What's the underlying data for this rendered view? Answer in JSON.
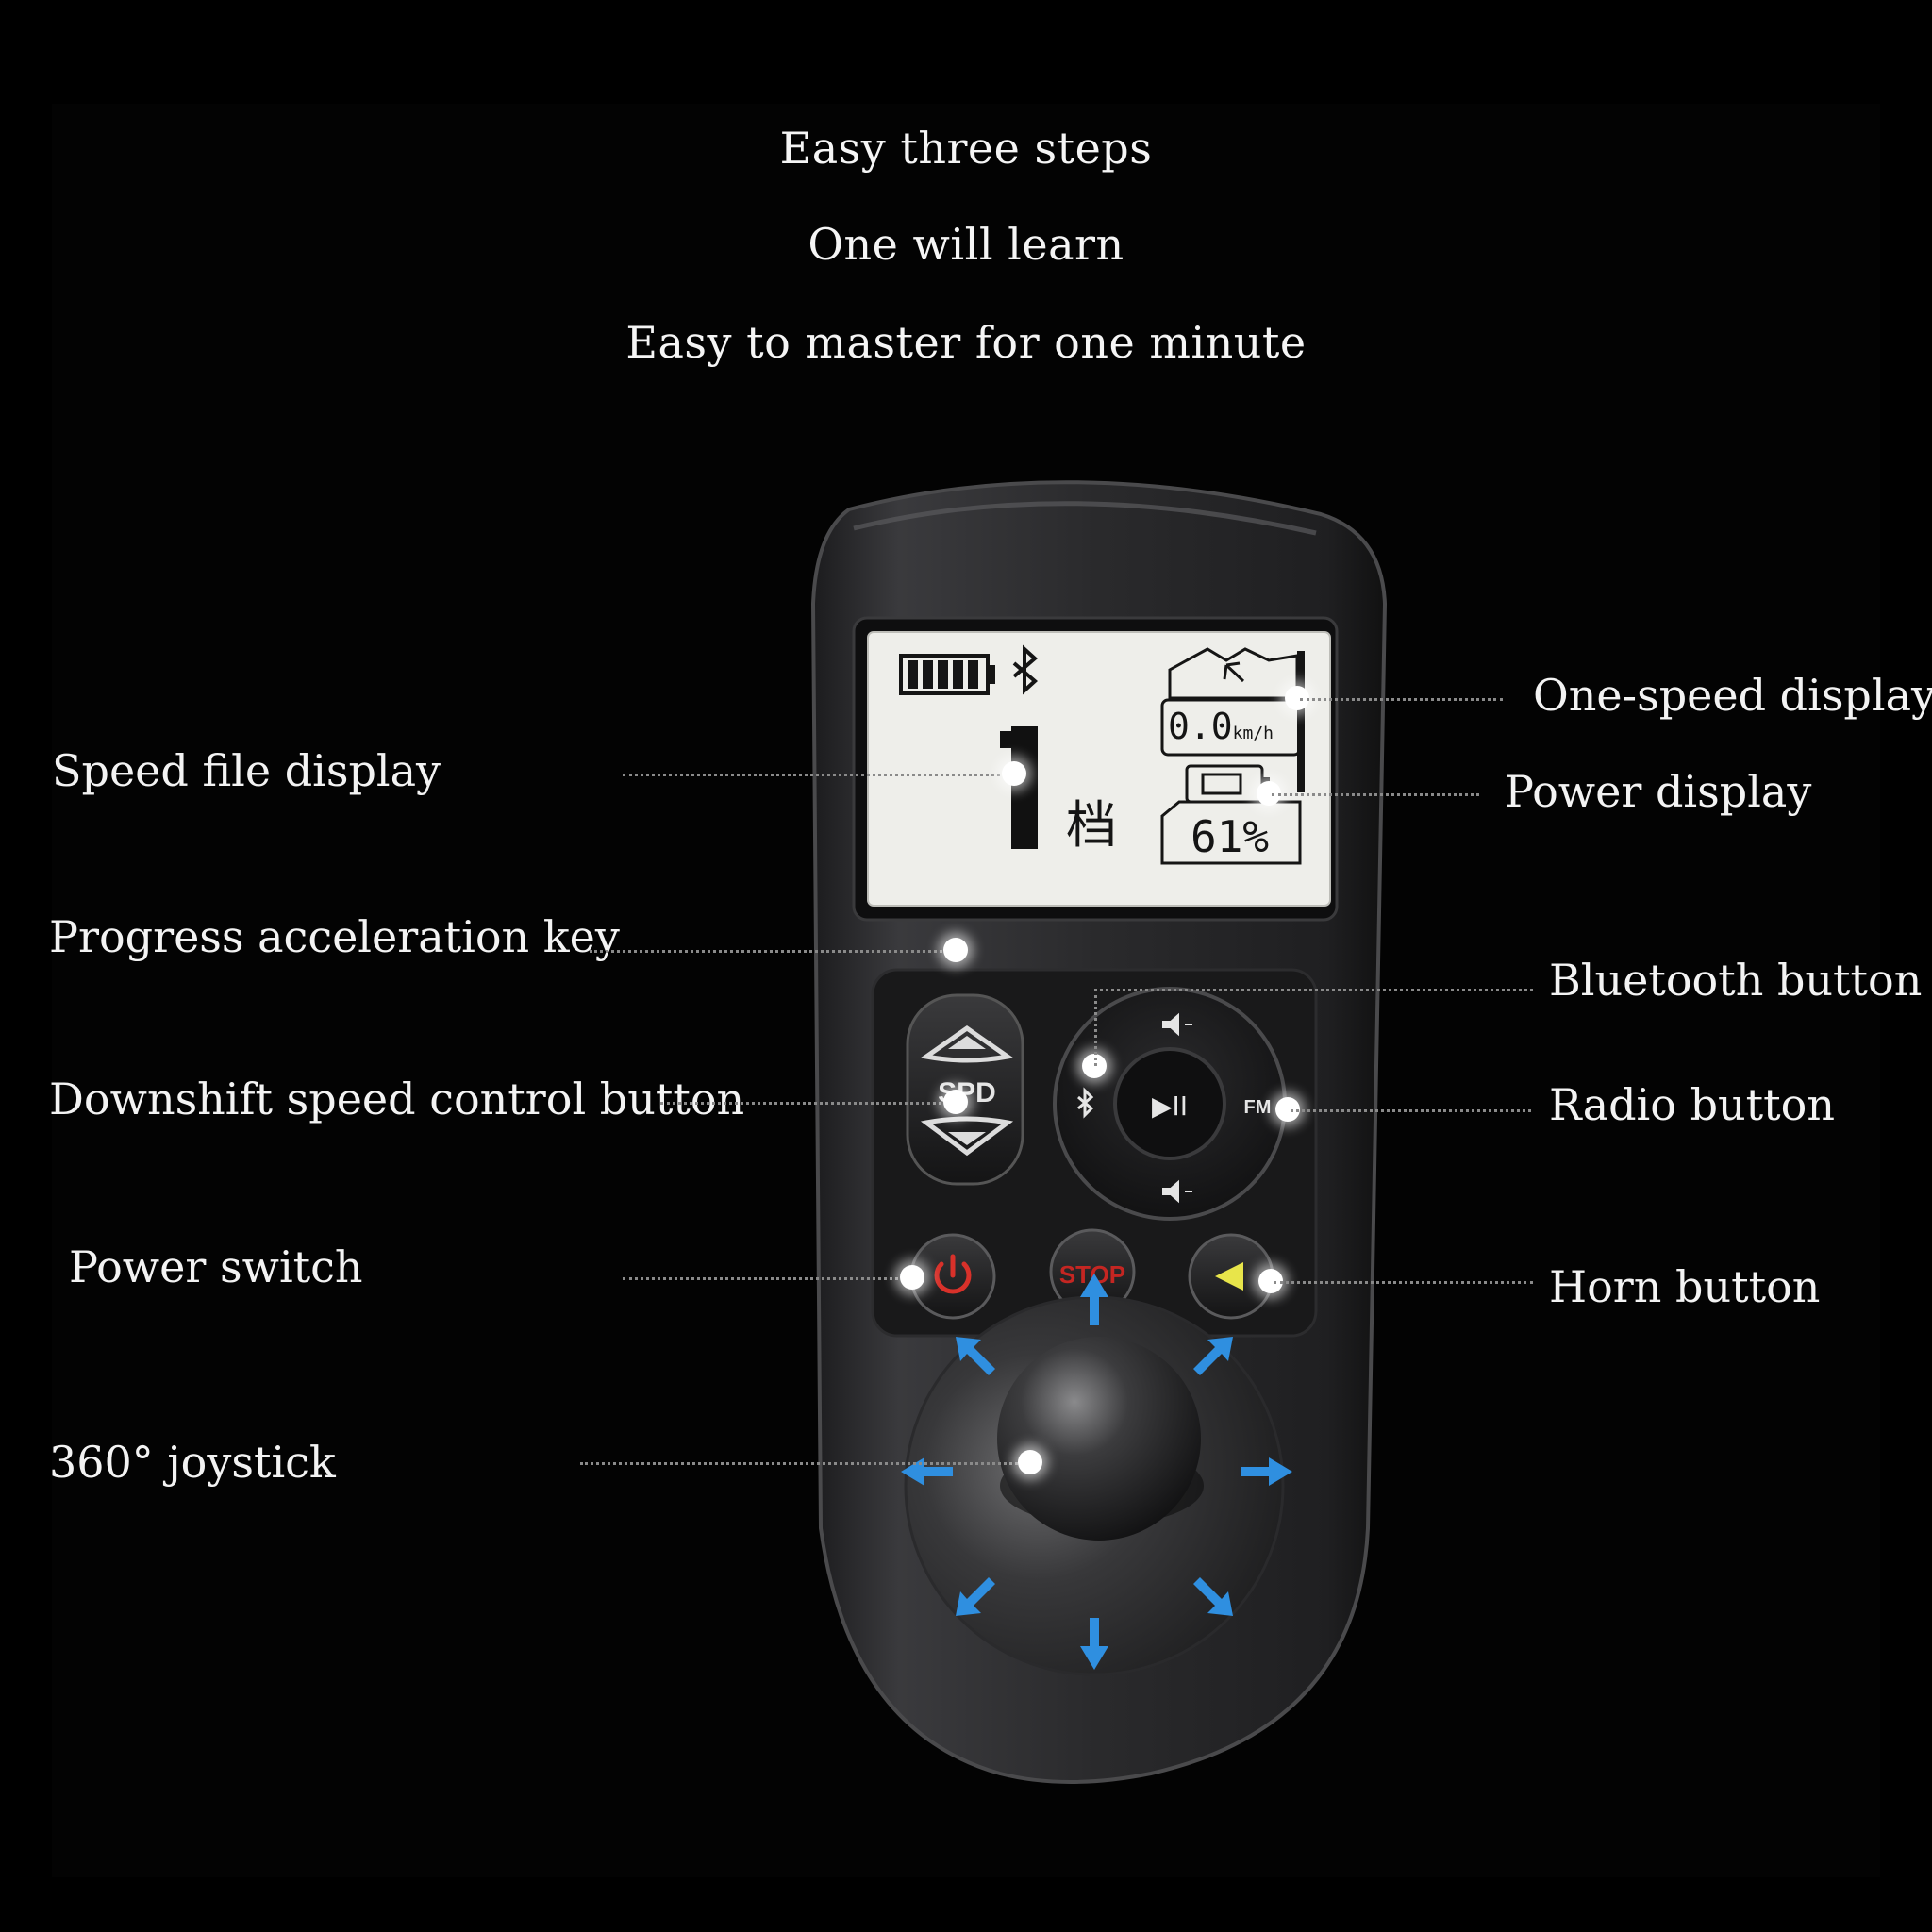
{
  "headlines": [
    "Easy three steps",
    "One will learn",
    "Easy to master for one minute"
  ],
  "callouts_left": {
    "speed_file_display": "Speed file display",
    "progress_acceleration_key": "Progress acceleration key",
    "downshift_speed_control_button": "Downshift speed control button",
    "power_switch": "Power switch",
    "joystick": "360° joystick"
  },
  "callouts_right": {
    "one_speed_display": "One-speed display",
    "power_display": "Power display",
    "bluetooth_button": "Bluetooth button",
    "radio_button": "Radio button",
    "horn_button": "Horn button"
  },
  "lcd": {
    "speed_value": "0.0",
    "speed_unit": "km/h",
    "gear_digit": "1",
    "gear_char": "档",
    "battery_percent": "61%",
    "battery_level": 0.61,
    "bluetooth_icon": "bluetooth-icon"
  },
  "buttons": {
    "spd_label": "SPD",
    "play_pause_symbol": "▶II",
    "fm_label": "FM",
    "stop_label": "STOP"
  },
  "colors": {
    "arrow_blue": "#2f8fe0",
    "power_red": "#d8312a",
    "stop_red": "#c42622",
    "horn_yellow": "#e8e54a",
    "lcd_bg": "#eeeeea"
  }
}
